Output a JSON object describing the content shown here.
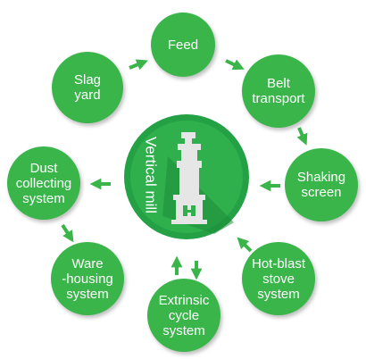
{
  "colors": {
    "node": "#39b54a",
    "center_outer": "#23a144",
    "center_inner": "#2fb04d",
    "arrow": "#39b54a",
    "mill": "#e6e6e6"
  },
  "center": {
    "label": "Vertical mill",
    "icon": "vertical-mill-icon"
  },
  "nodes": [
    {
      "id": "feed",
      "label": "Feed"
    },
    {
      "id": "belt-transport",
      "label": "Belt\ntransport"
    },
    {
      "id": "shaking-screen",
      "label": "Shaking\nscreen"
    },
    {
      "id": "hot-blast-stove-system",
      "label": "Hot-blast\nstove\nsystem"
    },
    {
      "id": "extrinsic-cycle-system",
      "label": "Extrinsic\ncycle\nsystem"
    },
    {
      "id": "warehousing-system",
      "label": "Ware\n-housing\nsystem"
    },
    {
      "id": "dust-collecting-system",
      "label": "Dust\ncollecting\nsystem"
    },
    {
      "id": "slag-yard",
      "label": "Slag\nyard"
    }
  ],
  "arrows": [
    {
      "id": "slag-yard-to-feed",
      "direction": "right"
    },
    {
      "id": "feed-to-belt-transport",
      "direction": "right"
    },
    {
      "id": "belt-transport-to-shaking-screen",
      "direction": "down"
    },
    {
      "id": "shaking-screen-to-vertical-mill",
      "direction": "left"
    },
    {
      "id": "hot-blast-stove-to-vertical-mill",
      "direction": "up-left"
    },
    {
      "id": "vertical-mill-extrinsic-cycle-exchange",
      "direction": "up-down"
    },
    {
      "id": "vertical-mill-to-dust-collecting",
      "direction": "left"
    },
    {
      "id": "dust-collecting-to-warehousing",
      "direction": "down"
    }
  ]
}
